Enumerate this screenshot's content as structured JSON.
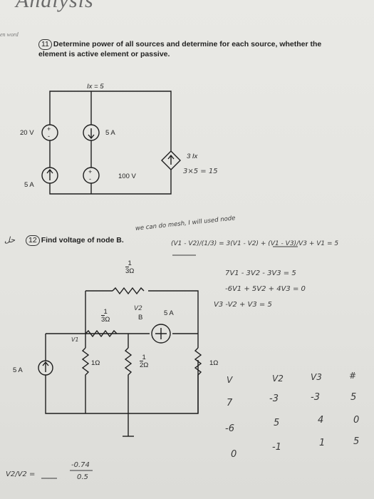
{
  "header": {
    "title_fragment": "Analysis",
    "corner_note": "en word"
  },
  "question11": {
    "number": "11",
    "text_line1": "Determine power of all sources and determine for each source, whether the",
    "text_line2": "element is active element or passive."
  },
  "circuit1": {
    "ix_label": "Ix = 5",
    "v_source_label": "20 V",
    "i_source_mid_label": "5 A",
    "i_source_left_label": "5 A",
    "v_source_100_label": "100 V",
    "dep_source_label": "3 Ix",
    "dep_calc": "3×5 = 15",
    "plus_sign": "+",
    "minus_sign": "-"
  },
  "question12": {
    "prefix_mark": "حل",
    "number": "12",
    "text": "Find voltage of node B.",
    "note": "we can do mesh, I will used node"
  },
  "circuit2": {
    "r_top_num": "1",
    "r_top_den": "3",
    "r_top_unit": "Ω",
    "r_mid_num": "1",
    "r_mid_den": "3",
    "r_mid_unit": "Ω",
    "node_v2": "V2",
    "node_b": "B",
    "node_v1": "V1",
    "source_5a_right": "5 A",
    "source_5a_left": "5 A",
    "r_1ohm_left": "1Ω",
    "r_half_num": "1",
    "r_half_den": "2",
    "r_half_unit": "Ω",
    "r_1ohm_right": "1Ω"
  },
  "handwriting": {
    "eq1": "(V1 - V2)/(1/3) = 3(V1 - V2) + (V1 - V3)/V3 + V1 = 5",
    "eq2": "7V1 - 3V2 - 3V3 = 5",
    "eq3": "-6V1 + 5V2 + 4V3 = 0",
    "eq4": "V3  -V2 + V3 = 5",
    "bottom_left_lhs": "V2/V2 =",
    "bottom_left_num": "-0.74",
    "bottom_left_den": "0.5"
  },
  "matrix": {
    "headers": [
      "V",
      "V2",
      "V3",
      "#"
    ],
    "rows": [
      [
        "7",
        "-3",
        "-3",
        "5"
      ],
      [
        "-6",
        "5",
        "4",
        "0"
      ],
      [
        "0",
        "-1",
        "1",
        "5"
      ]
    ]
  }
}
